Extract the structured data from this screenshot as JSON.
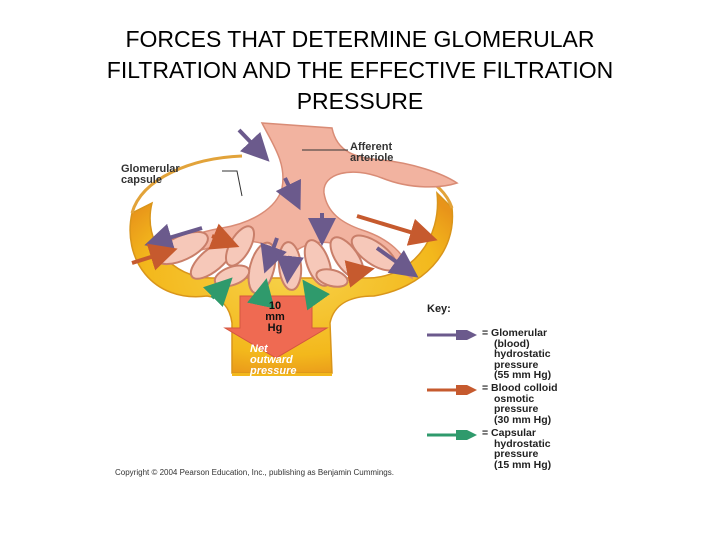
{
  "title": {
    "line1": "FORCES THAT DETERMINE GLOMERULAR",
    "line2": "FILTRATION AND THE EFFECTIVE FILTRATION",
    "line3": "PRESSURE"
  },
  "figure": {
    "labels": {
      "afferent_line1": "Afferent",
      "afferent_line2": "arteriole",
      "capsule_line1": "Glomerular",
      "capsule_line2": "capsule",
      "pressure_value_line1": "10",
      "pressure_value_line2": "mm",
      "pressure_value_line3": "Hg",
      "net_line1": "Net",
      "net_line2": "outward",
      "net_line3": "pressure"
    },
    "key": {
      "title": "Key:",
      "items": [
        {
          "color": "#6b5a8c",
          "lines": [
            "= Glomerular",
            "(blood)",
            "hydrostatic",
            "pressure",
            "(55 mm Hg)"
          ]
        },
        {
          "color": "#c65a2e",
          "lines": [
            "= Blood colloid",
            "osmotic",
            "pressure",
            "(30 mm Hg)"
          ]
        },
        {
          "color": "#2f9a6c",
          "lines": [
            "= Capsular",
            "hydrostatic",
            "pressure",
            "(15 mm Hg)"
          ]
        }
      ]
    },
    "copyright": "Copyright © 2004 Pearson Education, Inc., publishing as Benjamin Cummings.",
    "colors": {
      "capsule_fill": "#f5c518",
      "capsule_inner": "#f0a81e",
      "vessel_fill": "#f2b3a0",
      "net_arrow": "#ef6a52",
      "purple_arrow": "#6b5a8c",
      "orange_arrow": "#c65a2e",
      "green_arrow": "#2f9a6c"
    }
  }
}
